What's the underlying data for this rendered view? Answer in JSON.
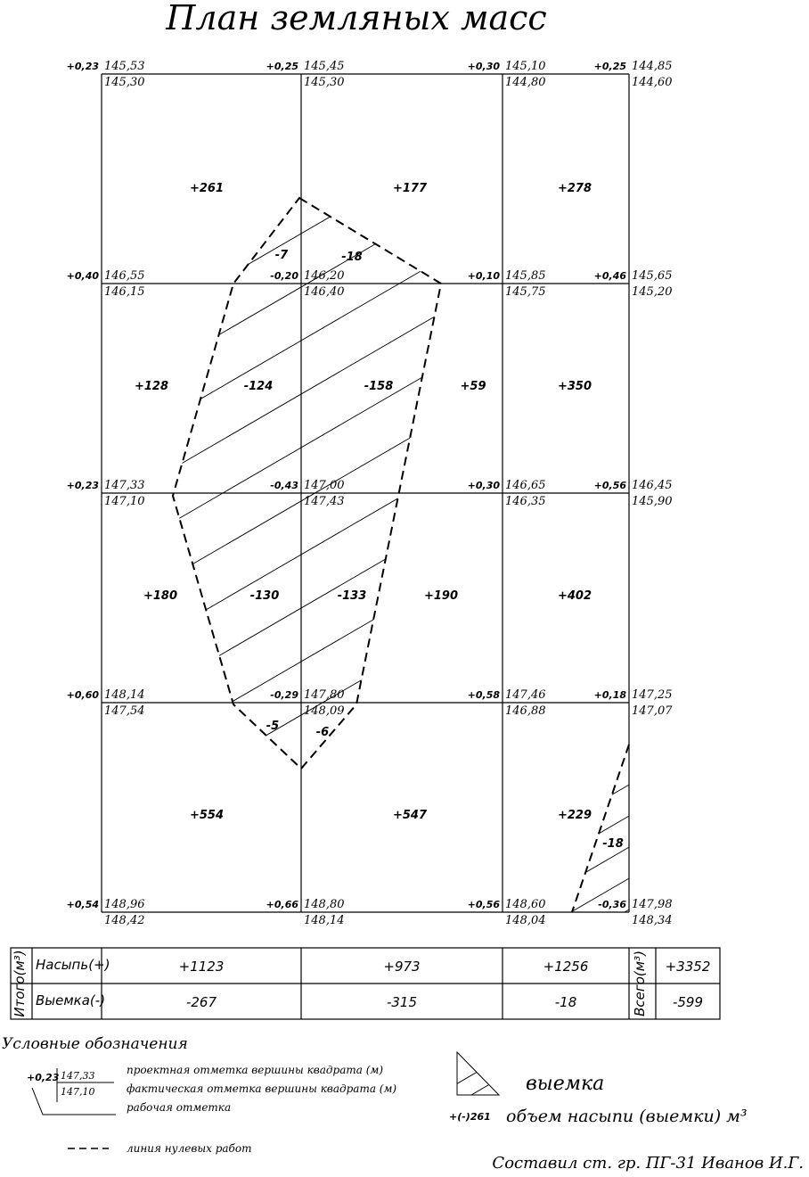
{
  "title": "План земляных масс",
  "vertices": [
    {
      "id": "v00",
      "work": "+0,23",
      "design": "145,53",
      "actual": "145,30"
    },
    {
      "id": "v01",
      "work": "+0,25",
      "design": "145,45",
      "actual": "145,30"
    },
    {
      "id": "v02",
      "work": "+0,30",
      "design": "145,10",
      "actual": "144,80"
    },
    {
      "id": "v03",
      "work": "+0,25",
      "design": "144,85",
      "actual": "144,60"
    },
    {
      "id": "v10",
      "work": "+0,40",
      "design": "146,55",
      "actual": "146,15"
    },
    {
      "id": "v11",
      "work": "-0,20",
      "design": "146,20",
      "actual": "146,40"
    },
    {
      "id": "v12",
      "work": "+0,10",
      "design": "145,85",
      "actual": "145,75"
    },
    {
      "id": "v13",
      "work": "+0,46",
      "design": "145,65",
      "actual": "145,20"
    },
    {
      "id": "v20",
      "work": "+0,23",
      "design": "147,33",
      "actual": "147,10"
    },
    {
      "id": "v21",
      "work": "-0,43",
      "design": "147,00",
      "actual": "147,43"
    },
    {
      "id": "v22",
      "work": "+0,30",
      "design": "146,65",
      "actual": "146,35"
    },
    {
      "id": "v23",
      "work": "+0,56",
      "design": "146,45",
      "actual": "145,90"
    },
    {
      "id": "v30",
      "work": "+0,60",
      "design": "148,14",
      "actual": "147,54"
    },
    {
      "id": "v31",
      "work": "-0,29",
      "design": "147,80",
      "actual": "148,09"
    },
    {
      "id": "v32",
      "work": "+0,58",
      "design": "147,46",
      "actual": "146,88"
    },
    {
      "id": "v33",
      "work": "+0,18",
      "design": "147,25",
      "actual": "147,07"
    },
    {
      "id": "v40",
      "work": "+0,54",
      "design": "148,96",
      "actual": "148,42"
    },
    {
      "id": "v41",
      "work": "+0,66",
      "design": "148,80",
      "actual": "148,14"
    },
    {
      "id": "v42",
      "work": "+0,56",
      "design": "148,60",
      "actual": "148,04"
    },
    {
      "id": "v43",
      "work": "-0,36",
      "design": "147,98",
      "actual": "148,34"
    }
  ],
  "volumes": [
    {
      "id": "a1",
      "text": "+261"
    },
    {
      "id": "a2",
      "text": "+177"
    },
    {
      "id": "a3",
      "text": "+278"
    },
    {
      "id": "a4",
      "text": "-7"
    },
    {
      "id": "a5",
      "text": "-18"
    },
    {
      "id": "b1",
      "text": "+128"
    },
    {
      "id": "b2",
      "text": "-124"
    },
    {
      "id": "b3",
      "text": "-158"
    },
    {
      "id": "b4",
      "text": "+59"
    },
    {
      "id": "b5",
      "text": "+350"
    },
    {
      "id": "c1",
      "text": "+180"
    },
    {
      "id": "c2",
      "text": "-130"
    },
    {
      "id": "c3",
      "text": "-133"
    },
    {
      "id": "c4",
      "text": "+190"
    },
    {
      "id": "c5",
      "text": "+402"
    },
    {
      "id": "d1",
      "text": "-5"
    },
    {
      "id": "d2",
      "text": "-6"
    },
    {
      "id": "e1",
      "text": "+554"
    },
    {
      "id": "e2",
      "text": "+547"
    },
    {
      "id": "e3",
      "text": "+229"
    },
    {
      "id": "e4",
      "text": "-18"
    }
  ],
  "table": {
    "side_label": "Итого(м³)",
    "fill_label": "Насыпь(+)",
    "cut_label": "Выемка(-)",
    "fill": [
      "+1123",
      "+973",
      "+1256"
    ],
    "cut": [
      "-267",
      "-315",
      "-18"
    ],
    "total_label": "Всего(м³)",
    "total_fill": "+3352",
    "total_cut": "-599"
  },
  "legend": {
    "heading": "Условные обозначения",
    "sample_work": "+0,23",
    "sample_design": "147,33",
    "sample_actual": "147,10",
    "design_text": "проектная отметка вершины квадрата (м)",
    "actual_text": "фактическая отметка вершины квадрата (м)",
    "work_text": "рабочая отметка",
    "zero_line_text": "линия нулевых работ",
    "cut_text": "выемка",
    "volume_sample": "+(-)261",
    "volume_text": "объем насыпи (выемки) м³"
  },
  "author": "Составил ст. гр. ПГ-31 Иванов И.Г."
}
